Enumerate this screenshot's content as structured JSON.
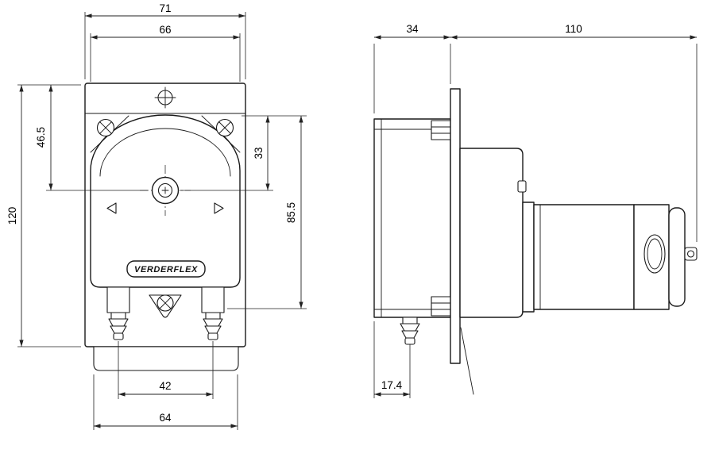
{
  "brand_label": "VERDERFLEX",
  "front_view": {
    "dims": {
      "overall_width": "71",
      "head_width": "66",
      "top_to_center": "46.5",
      "head_top_to_center": "33",
      "overall_height": "120",
      "head_top_to_ports": "85.5",
      "port_spacing": "42",
      "base_width": "64"
    }
  },
  "side_view": {
    "dims": {
      "head_depth": "34",
      "motor_length": "110",
      "port_offset": "17.4"
    }
  }
}
